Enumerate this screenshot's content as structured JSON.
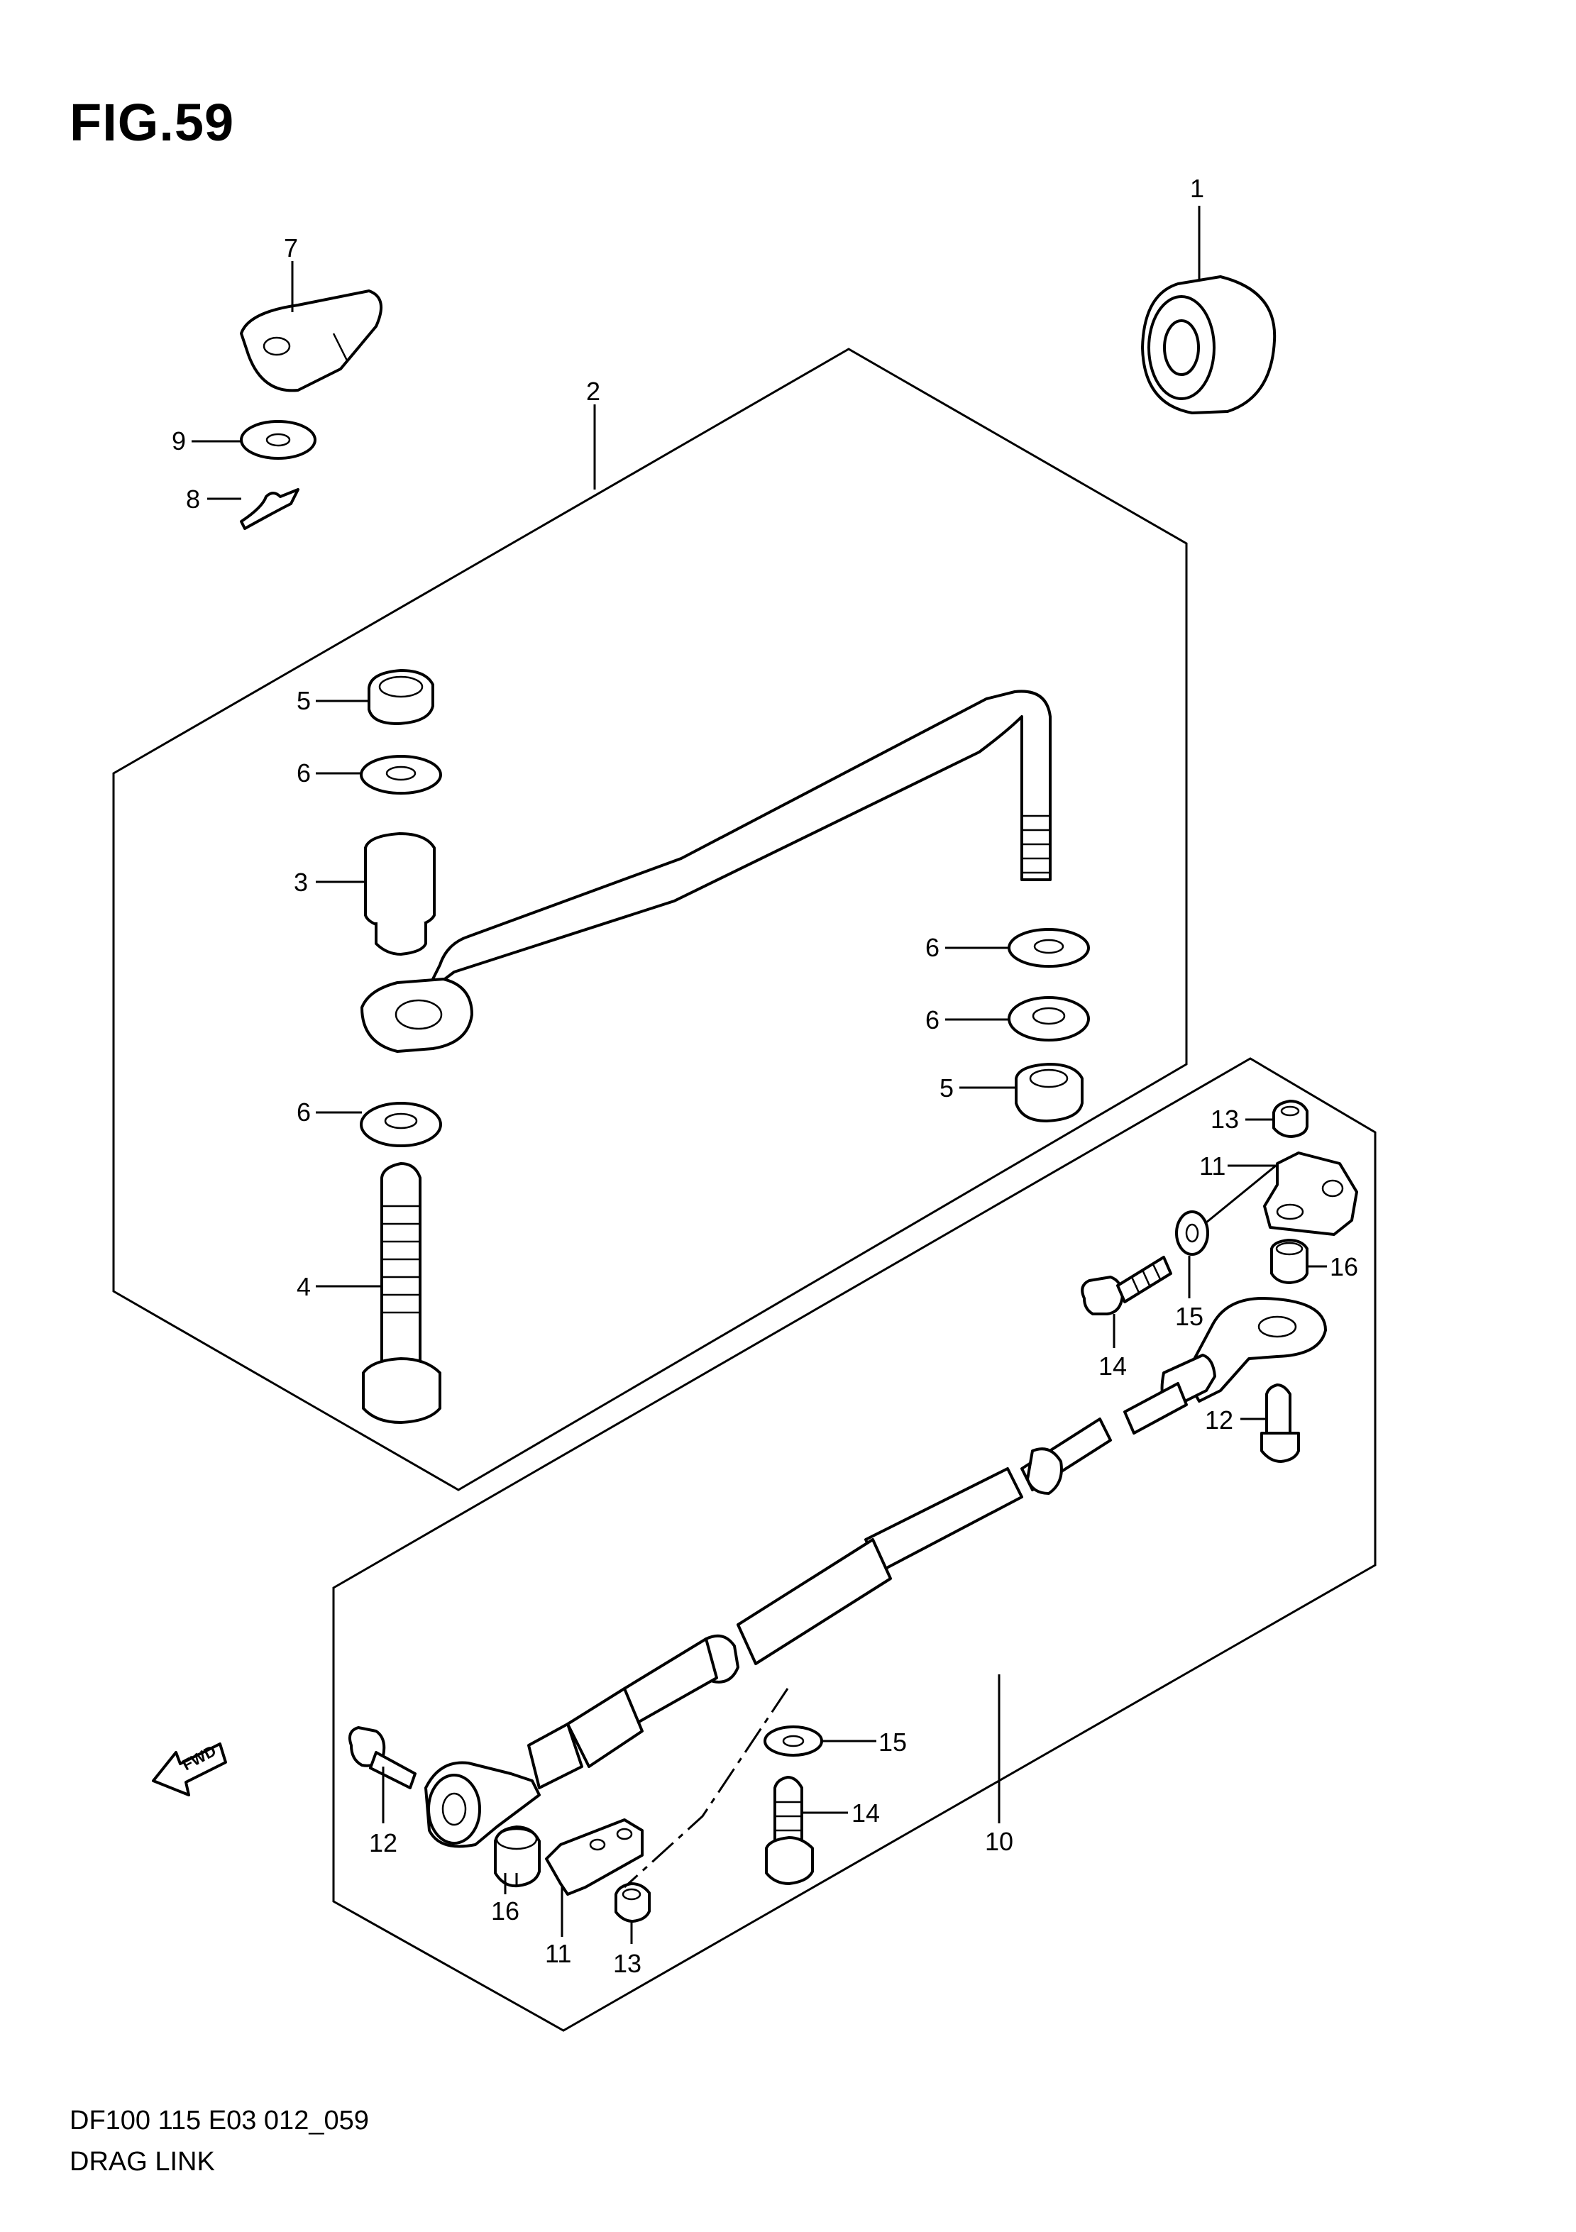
{
  "figure": {
    "title": "FIG.59"
  },
  "footer": {
    "model_code": "DF100 115 E03 012_059",
    "caption": "DRAG LINK"
  },
  "callouts": {
    "c1": "1",
    "c2": "2",
    "c3": "3",
    "c4": "4",
    "c5a": "5",
    "c5b": "5",
    "c6a": "6",
    "c6b": "6",
    "c6c": "6",
    "c6d": "6",
    "c7": "7",
    "c8": "8",
    "c9": "9",
    "c10": "10",
    "c11a": "11",
    "c11b": "11",
    "c12a": "12",
    "c12b": "12",
    "c13a": "13",
    "c13b": "13",
    "c14a": "14",
    "c14b": "14",
    "c15a": "15",
    "c15b": "15",
    "c16a": "16",
    "c16b": "16"
  },
  "fwd_arrow": {
    "label": "FWD"
  }
}
